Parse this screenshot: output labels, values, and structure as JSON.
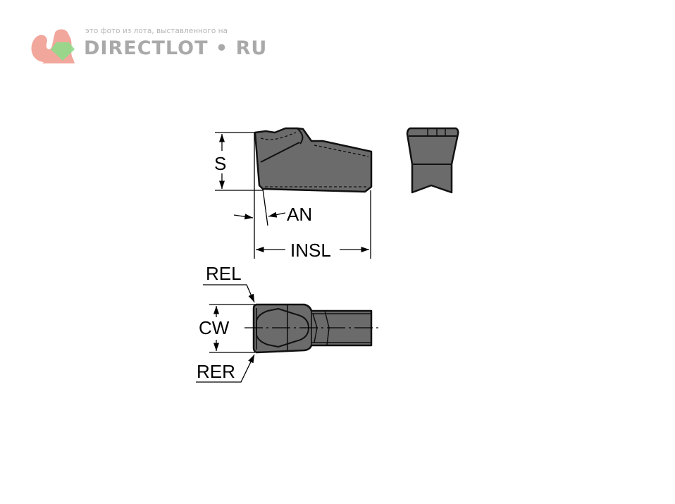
{
  "watermark": {
    "caption": "это фото из лота, выставленного на",
    "brand": "DIRECTLOT • RU"
  },
  "labels": {
    "s": "S",
    "an": "AN",
    "insl": "INSL",
    "rel": "REL",
    "cw": "CW",
    "rer": "RER"
  },
  "colors": {
    "insert_fill": "#6b6b6b",
    "outline": "#111111",
    "watermark_squirrel": "#f2a79c",
    "watermark_gem": "#8fdc8a"
  }
}
